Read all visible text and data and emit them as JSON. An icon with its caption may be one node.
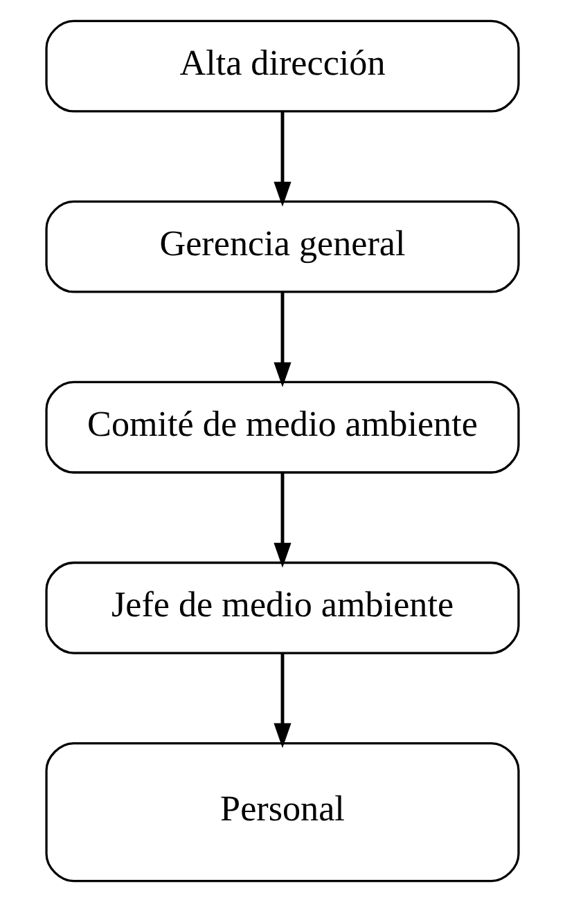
{
  "diagram": {
    "nodes": [
      {
        "text": [
          "Alta dirección"
        ]
      },
      {
        "text": [
          "Gerencia general"
        ]
      },
      {
        "text": [
          "Comité de medio ambiente"
        ]
      },
      {
        "text": [
          "Jefe de medio ambiente"
        ]
      },
      {
        "text": [
          "Personal"
        ]
      }
    ],
    "edges": [
      {
        "from": 0,
        "to": 1,
        "arrow": "to"
      },
      {
        "from": 1,
        "to": 2,
        "arrow": "to"
      },
      {
        "from": 2,
        "to": 3,
        "arrow": "to"
      },
      {
        "from": 3,
        "to": 4,
        "arrow": "to"
      }
    ]
  }
}
